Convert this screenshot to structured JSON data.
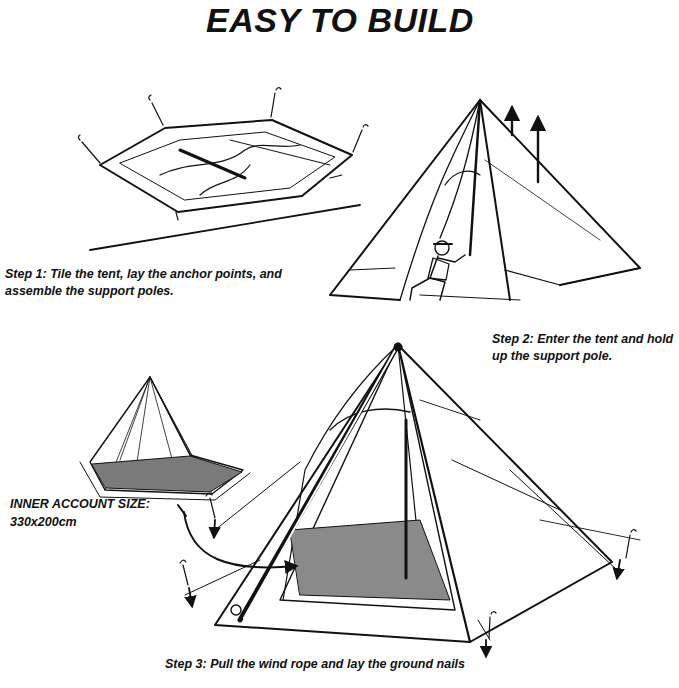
{
  "diagram": {
    "title": "EASY TO BUILD",
    "labels": [
      "Step 1: Tile the tent, lay the anchor points, and assemble the support poles.",
      "Step 2: Enter the tent and hold up the support pole.",
      "INNER ACCOUNT SIZE:",
      "330x200cm",
      "Step 3: Pull the wind rope and lay the ground nails"
    ]
  }
}
